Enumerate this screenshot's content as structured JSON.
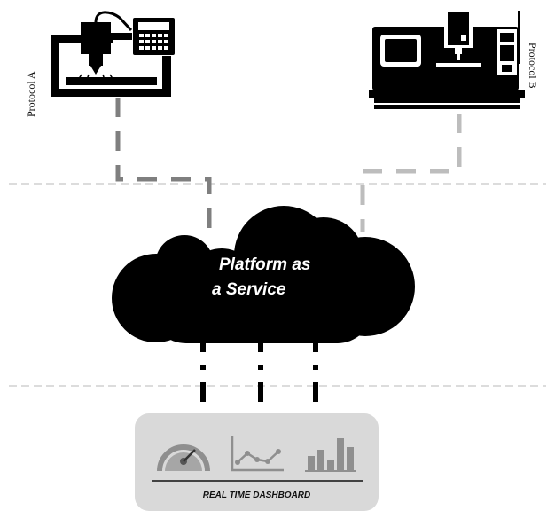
{
  "labels": {
    "protocol_a": "Protocol A",
    "protocol_b": "Protocol B"
  },
  "cloud": {
    "line1": "Platform as",
    "line2": "a Service"
  },
  "dashboard": {
    "title": "REAL TIME DASHBOARD"
  },
  "colors": {
    "cloud": "#000000",
    "dashboard_panel": "#d9d9d9",
    "dash_line_dark": "#7f7f7f",
    "dash_line_light": "#bdbdbd",
    "separator": "#c8c8c8"
  }
}
